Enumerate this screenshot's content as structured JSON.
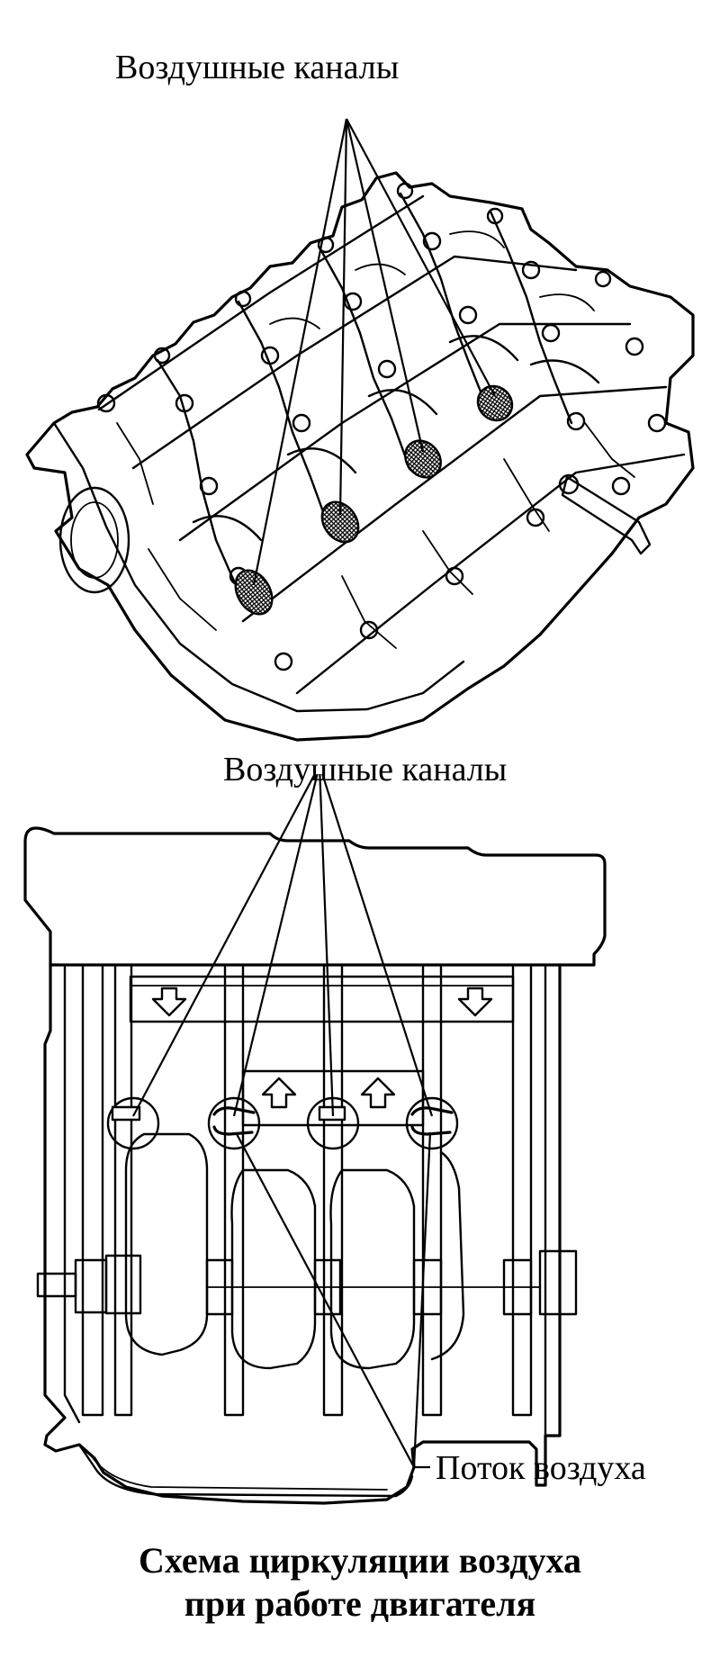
{
  "diagram": {
    "top_view": {
      "label": "Воздушные каналы"
    },
    "section_view": {
      "label": "Воздушные каналы",
      "flow_label": "Поток воздуха"
    },
    "caption": {
      "line1": "Схема циркуляции воздуха",
      "line2": "при работе двигателя"
    }
  },
  "icons": {
    "arrow_down": "down-arrow-icon",
    "arrow_up": "up-arrow-icon",
    "mesh": "mesh-vent-icon"
  },
  "colors": {
    "ink": "#000000",
    "paper": "#ffffff"
  }
}
